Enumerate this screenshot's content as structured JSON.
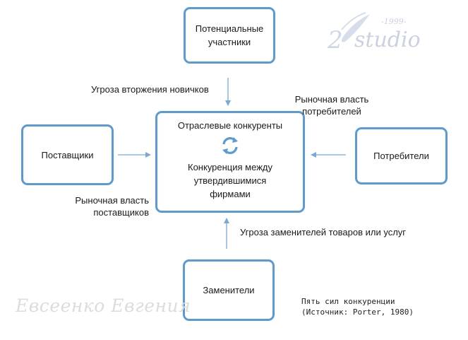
{
  "diagram": {
    "nodes": {
      "top": "Потенциальные участники",
      "left": "Поставщики",
      "center_title": "Отраслевые конкуренты",
      "center_subtitle": "Конкуренция между утвердившимися фирмами",
      "right": "Потребители",
      "bottom": "Заменители"
    },
    "edges": {
      "top": "Угроза вторжения новичков",
      "right": "Рыночная власть потребителей",
      "left": "Рыночная власть поставщиков",
      "bottom": "Угроза заменителей товаров или услуг"
    },
    "caption_line1": "Пять сил конкуренции",
    "caption_line2": "(Источник: Porter, 1980)"
  },
  "watermarks": {
    "logo_year": "-1999-",
    "logo_text": "studio",
    "signature": "Евсеенко Евгения"
  },
  "colors": {
    "box_border": "#5b9bd5",
    "arrow": "#7aa9d8",
    "watermark": "#c9d2e2"
  },
  "icons": {
    "center": "cycle-arrows-icon"
  }
}
